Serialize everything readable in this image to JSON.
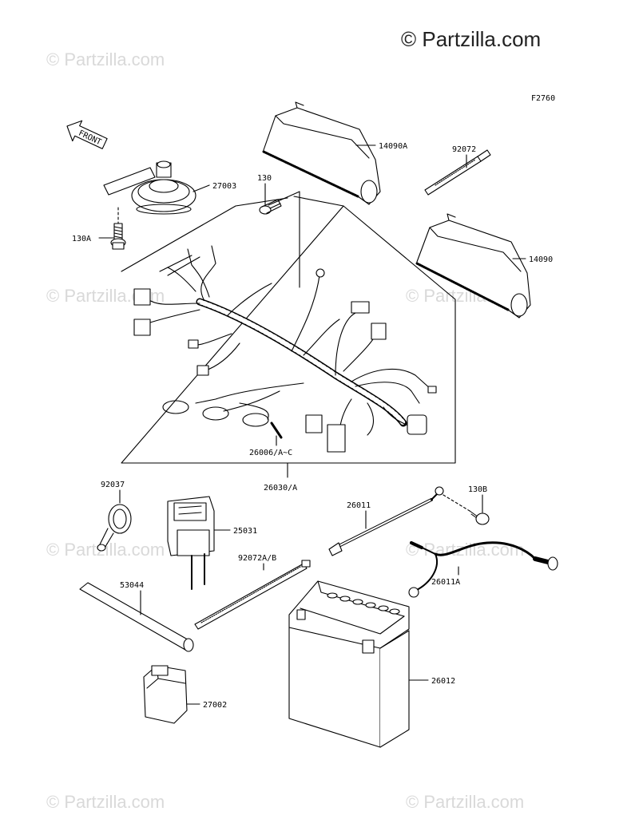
{
  "brand": "© Partzilla.com",
  "figure_id": "F2760",
  "watermark": "© Partzilla.com",
  "front_label": "FRONT",
  "parts": {
    "p14090A": "14090A",
    "p92072": "92072",
    "p27003": "27003",
    "p130": "130",
    "p130A": "130A",
    "p14090": "14090",
    "p26006": "26006/A~C",
    "p26030": "26030/A",
    "p92037": "92037",
    "p25031": "25031",
    "p26011": "26011",
    "p130B": "130B",
    "p92072AB": "92072A/B",
    "p26011A": "26011A",
    "p53044": "53044",
    "p26012": "26012",
    "p27002": "27002"
  }
}
